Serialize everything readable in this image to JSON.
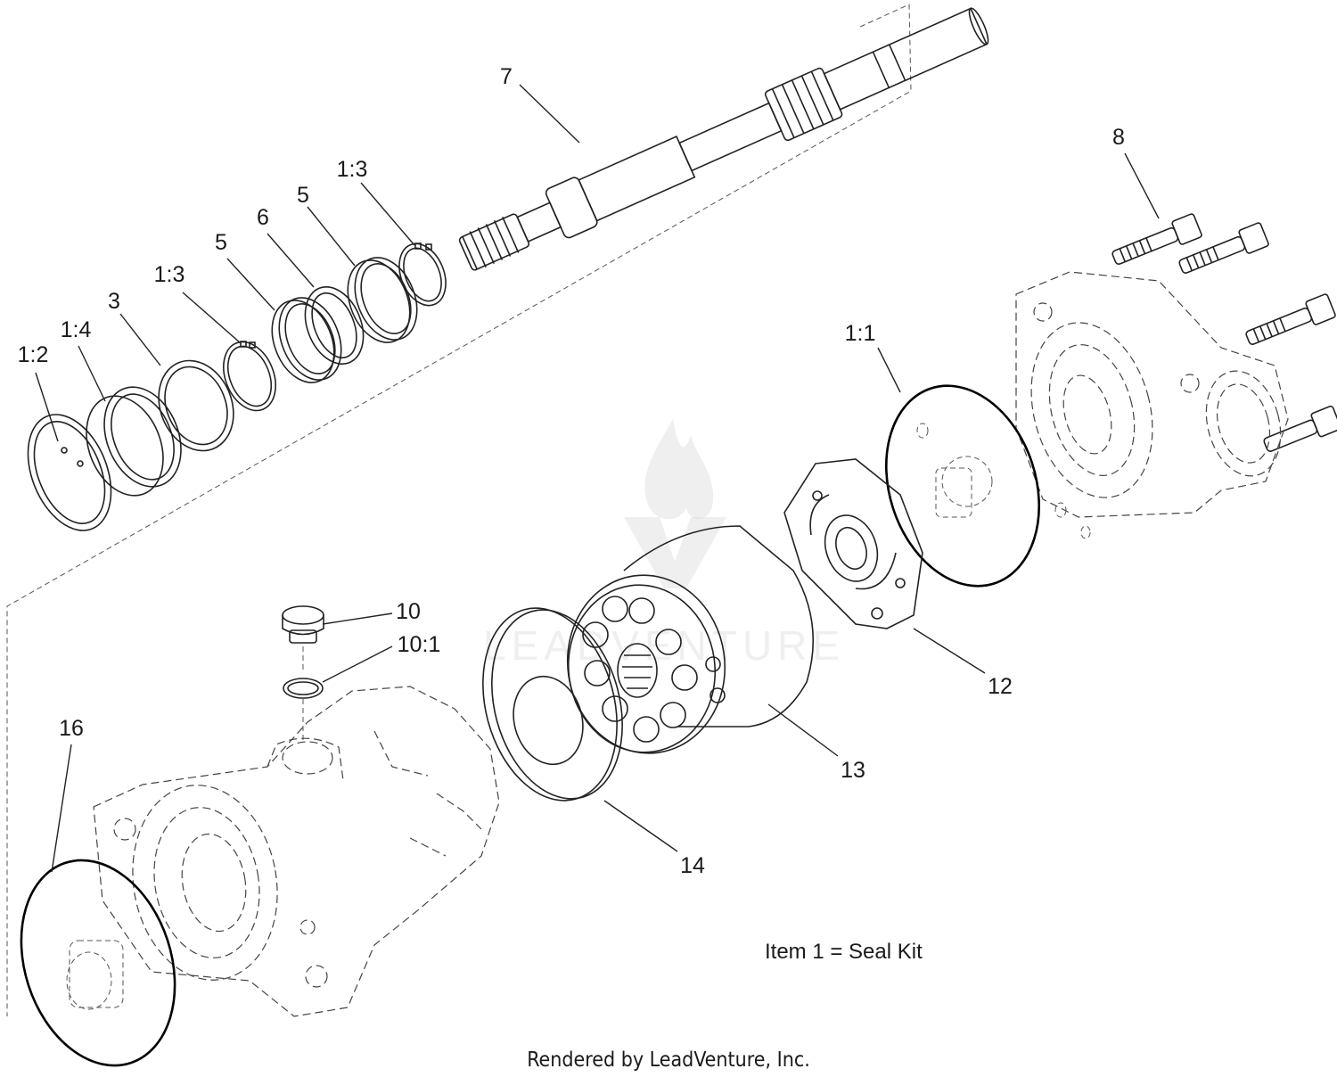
{
  "callouts": {
    "c_7": "7",
    "c_8": "8",
    "c_1_3_top": "1:3",
    "c_5_top": "5",
    "c_6": "6",
    "c_5_mid": "5",
    "c_1_3_mid": "1:3",
    "c_3": "3",
    "c_1_4": "1:4",
    "c_1_2": "1:2",
    "c_1_1": "1:1",
    "c_10": "10",
    "c_10_1": "10:1",
    "c_12": "12",
    "c_13": "13",
    "c_14": "14",
    "c_16": "16"
  },
  "note": "Item 1 = Seal Kit",
  "credit": "Rendered by LeadVenture, Inc.",
  "watermark": "LEADVENTURE"
}
